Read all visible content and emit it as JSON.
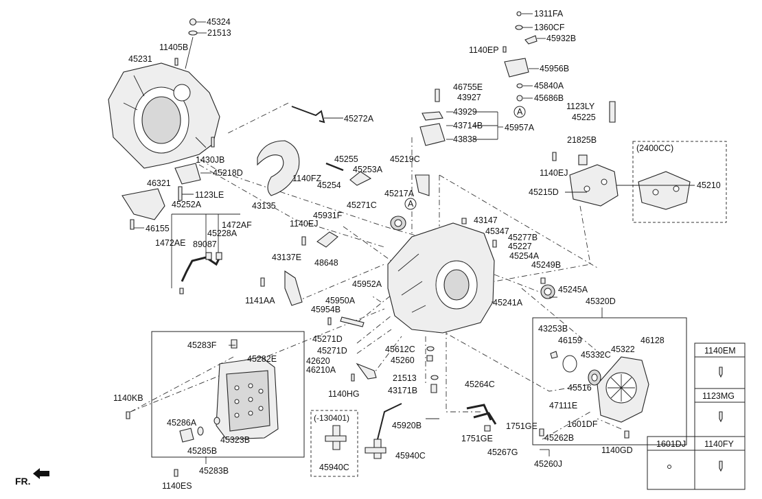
{
  "labels": {
    "l45324": "45324",
    "l21513a": "21513",
    "l11405B": "11405B",
    "l45231": "45231",
    "l1311FA": "1311FA",
    "l1360CF": "1360CF",
    "l45932B": "45932B",
    "l1140EP": "1140EP",
    "l45956B": "45956B",
    "l45840A": "45840A",
    "l45686B": "45686B",
    "lA1": "A",
    "l46755E": "46755E",
    "l43927": "43927",
    "l43929": "43929",
    "l43714B": "43714B",
    "l45957A": "45957A",
    "l43838": "43838",
    "l1123LY": "1123LY",
    "l45225": "45225",
    "l45272A": "45272A",
    "l1430JB": "1430JB",
    "l45218D": "45218D",
    "l46321": "46321",
    "l1123LE": "1123LE",
    "l45252A": "45252A",
    "l1472AF": "1472AF",
    "l45228A": "45228A",
    "l1472AE": "1472AE",
    "l89087": "89087",
    "l46155": "46155",
    "l43135": "43135",
    "l1140FZ": "1140FZ",
    "l45255": "45255",
    "l45253A": "45253A",
    "l45254": "45254",
    "l45219C": "45219C",
    "l45217A": "45217A",
    "l45271C": "45271C",
    "lA2": "A",
    "l21825B": "21825B",
    "l1140EJa": "1140EJ",
    "l45215D": "45215D",
    "l2400CC": "(2400CC)",
    "l45210": "45210",
    "l45931F": "45931F",
    "l1140EJb": "1140EJ",
    "l48648": "48648",
    "l43147": "43147",
    "l45347": "45347",
    "l45277B": "45277B",
    "l45227": "45227",
    "l45254A": "45254A",
    "l45249B": "45249B",
    "l45245A": "45245A",
    "l43137E": "43137E",
    "l1141AA": "1141AA",
    "l45952A": "45952A",
    "l45950A": "45950A",
    "l45954B": "45954B",
    "l45241A": "45241A",
    "l45320D": "45320D",
    "l43253B": "43253B",
    "l46159": "46159",
    "l46128": "46128",
    "l45322": "45322",
    "l45332C": "45332C",
    "l45516": "45516",
    "l47111E": "47111E",
    "l1601DF": "1601DF",
    "l45271Da": "45271D",
    "l45271Db": "45271D",
    "l45612C": "45612C",
    "l45260a": "45260",
    "l42620": "42620",
    "l46210A": "46210A",
    "l1140HG": "1140HG",
    "l21513b": "21513",
    "l43171B": "43171B",
    "l45283F": "45283F",
    "l45282E": "45282E",
    "l1140KB": "1140KB",
    "l45286A": "45286A",
    "l45323B": "45323B",
    "l45285B": "45285B",
    "l45283B": "45283B",
    "l1140ES": "1140ES",
    "l130401": "(-130401)",
    "l45940Ca": "45940C",
    "l45940Cb": "45940C",
    "l45920B": "45920B",
    "l45264C": "45264C",
    "l1751GEa": "1751GE",
    "l1751GEb": "1751GE",
    "l45267G": "45267G",
    "l45262B": "45262B",
    "l45260J": "45260J",
    "l1140GD": "1140GD",
    "lFR": "FR."
  },
  "legend": {
    "h1140EM": "1140EM",
    "h1123MG": "1123MG",
    "h1601DJ": "1601DJ",
    "h1140FY": "1140FY"
  }
}
